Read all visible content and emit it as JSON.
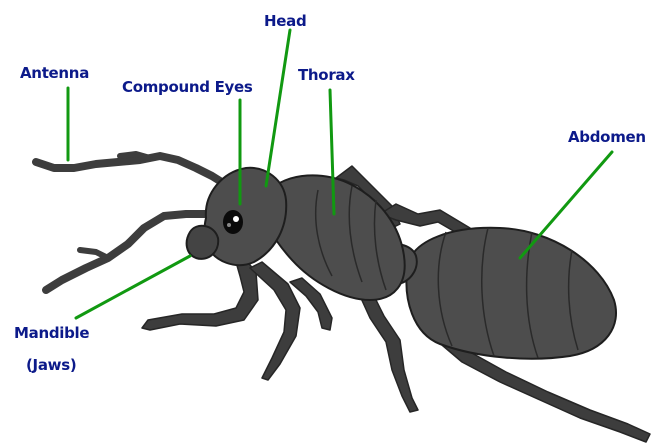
{
  "diagram": {
    "labels": {
      "head": "Head",
      "antenna": "Antenna",
      "compound_eyes": "Compound Eyes",
      "thorax": "Thorax",
      "abdomen": "Abdomen",
      "mandible_line1": "Mandible",
      "mandible_line2": "(Jaws)"
    },
    "colors": {
      "label_text": "#0c1a8a",
      "leader_line": "#119911",
      "body_fill": "#4d4d4d",
      "body_outline": "#1e1e1e",
      "leg_fill": "#3d3d3d",
      "eye": "#0a0a0a",
      "background": "#ffffff"
    }
  }
}
